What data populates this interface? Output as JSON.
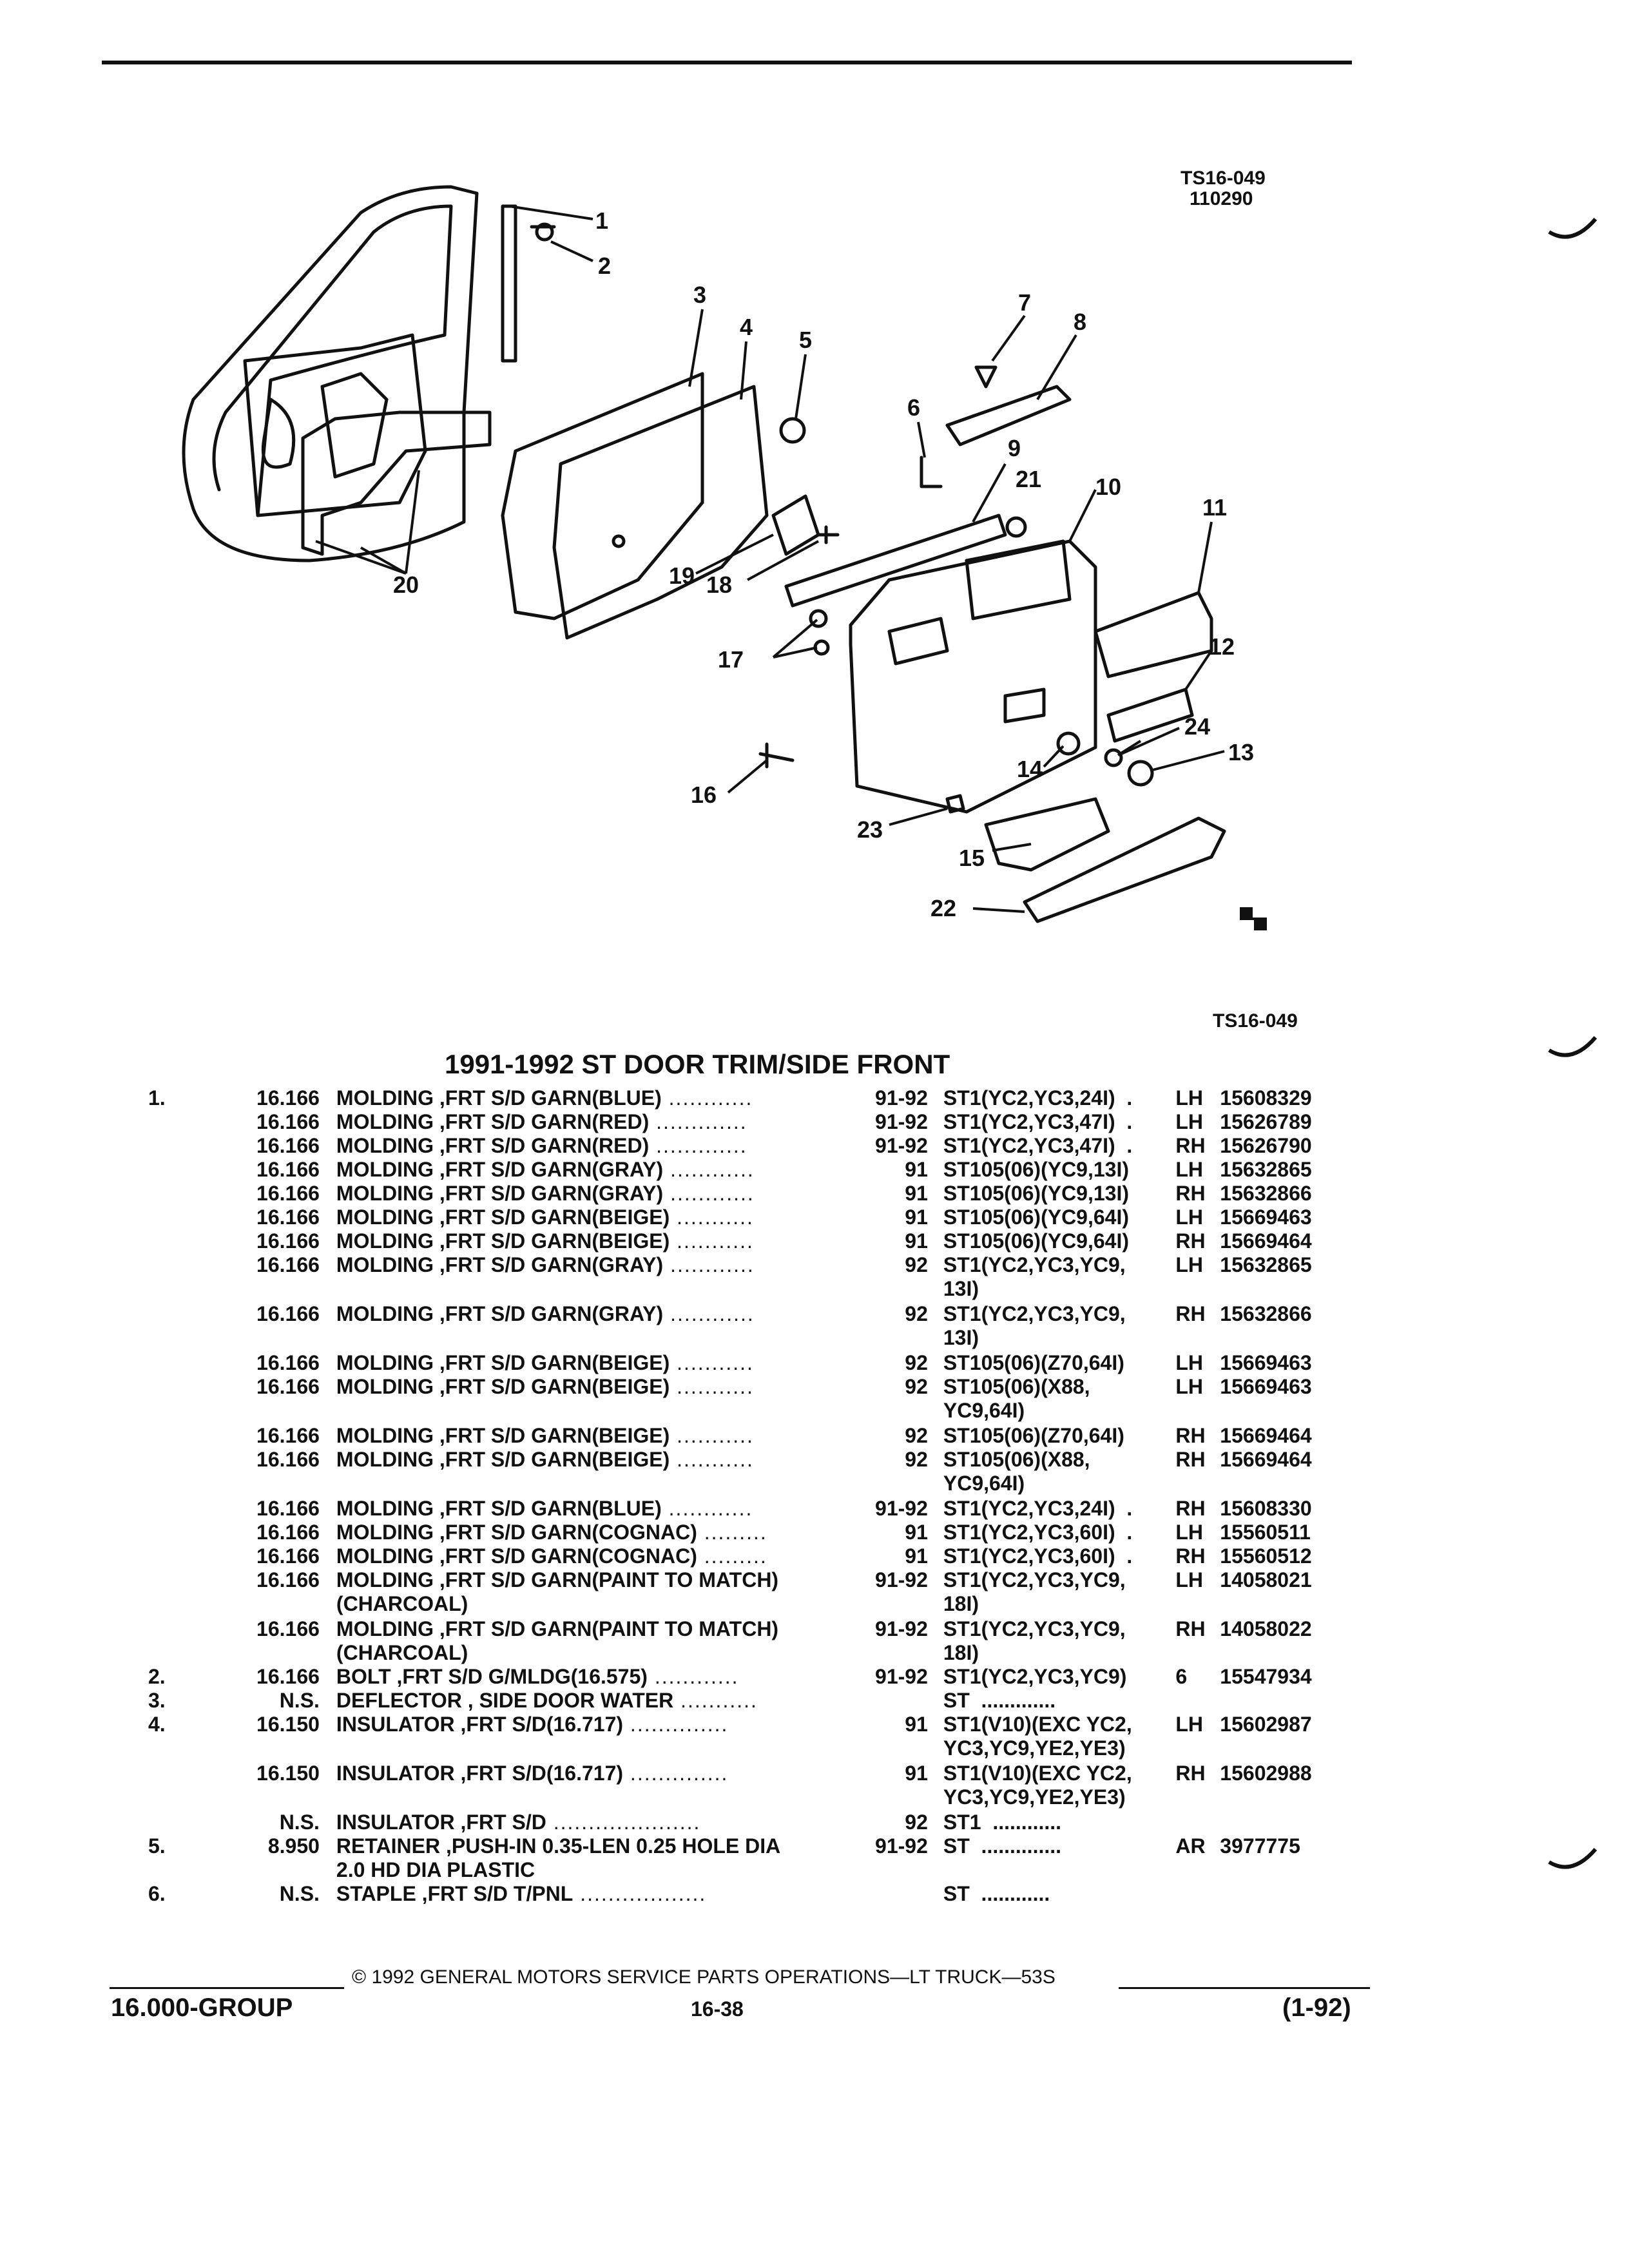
{
  "header": {
    "ref_code": "TS16-049",
    "ref_date": "110290"
  },
  "figure": {
    "ref_code_bottom": "TS16-049",
    "callouts": [
      "1",
      "2",
      "3",
      "4",
      "5",
      "6",
      "7",
      "8",
      "9",
      "10",
      "11",
      "12",
      "13",
      "14",
      "15",
      "16",
      "17",
      "18",
      "19",
      "20",
      "21",
      "22",
      "23",
      "24"
    ]
  },
  "section": {
    "title": "1991-1992 ST DOOR TRIM/SIDE FRONT"
  },
  "rows": [
    {
      "item": "1.",
      "grp": "16.166",
      "name": "MOLDING",
      "rest": " ,FRT S/D GARN(BLUE)",
      "dots": " ............",
      "yr": "91-92",
      "model": "ST1(YC2,YC3,24I)  .",
      "qty": "LH",
      "pn": "15608329"
    },
    {
      "item": "",
      "grp": "16.166",
      "name": "MOLDING",
      "rest": " ,FRT S/D GARN(RED)",
      "dots": " .............",
      "yr": "91-92",
      "model": "ST1(YC2,YC3,47I)  .",
      "qty": "LH",
      "pn": "15626789"
    },
    {
      "item": "",
      "grp": "16.166",
      "name": "MOLDING",
      "rest": " ,FRT S/D GARN(RED)",
      "dots": " .............",
      "yr": "91-92",
      "model": "ST1(YC2,YC3,47I)  .",
      "qty": "RH",
      "pn": "15626790"
    },
    {
      "item": "",
      "grp": "16.166",
      "name": "MOLDING",
      "rest": " ,FRT S/D GARN(GRAY)",
      "dots": " ............",
      "yr": "91",
      "model": "ST105(06)(YC9,13I)",
      "qty": "LH",
      "pn": "15632865"
    },
    {
      "item": "",
      "grp": "16.166",
      "name": "MOLDING",
      "rest": " ,FRT S/D GARN(GRAY)",
      "dots": " ............",
      "yr": "91",
      "model": "ST105(06)(YC9,13I)",
      "qty": "RH",
      "pn": "15632866"
    },
    {
      "item": "",
      "grp": "16.166",
      "name": "MOLDING",
      "rest": " ,FRT S/D GARN(BEIGE)",
      "dots": " ...........",
      "yr": "91",
      "model": "ST105(06)(YC9,64I)",
      "qty": "LH",
      "pn": "15669463"
    },
    {
      "item": "",
      "grp": "16.166",
      "name": "MOLDING",
      "rest": " ,FRT S/D GARN(BEIGE)",
      "dots": " ...........",
      "yr": "91",
      "model": "ST105(06)(YC9,64I)",
      "qty": "RH",
      "pn": "15669464"
    },
    {
      "item": "",
      "grp": "16.166",
      "name": "MOLDING",
      "rest": " ,FRT S/D GARN(GRAY)",
      "dots": " ............",
      "yr": "92",
      "model": "ST1(YC2,YC3,YC9,\n13I)",
      "qty": "LH",
      "pn": "15632865"
    },
    {
      "item": "",
      "grp": "16.166",
      "name": "MOLDING",
      "rest": " ,FRT S/D GARN(GRAY)",
      "dots": " ............",
      "yr": "92",
      "model": "ST1(YC2,YC3,YC9,\n13I)",
      "qty": "RH",
      "pn": "15632866",
      "gap": true
    },
    {
      "item": "",
      "grp": "16.166",
      "name": "MOLDING",
      "rest": " ,FRT S/D GARN(BEIGE)",
      "dots": " ...........",
      "yr": "92",
      "model": "ST105(06)(Z70,64I)",
      "qty": "LH",
      "pn": "15669463",
      "gap": true
    },
    {
      "item": "",
      "grp": "16.166",
      "name": "MOLDING",
      "rest": " ,FRT S/D GARN(BEIGE)",
      "dots": " ...........",
      "yr": "92",
      "model": "ST105(06)(X88,\nYC9,64I)",
      "qty": "LH",
      "pn": "15669463"
    },
    {
      "item": "",
      "grp": "16.166",
      "name": "MOLDING",
      "rest": " ,FRT S/D GARN(BEIGE)",
      "dots": " ...........",
      "yr": "92",
      "model": "ST105(06)(Z70,64I)",
      "qty": "RH",
      "pn": "15669464",
      "gap": true
    },
    {
      "item": "",
      "grp": "16.166",
      "name": "MOLDING",
      "rest": " ,FRT S/D GARN(BEIGE)",
      "dots": " ...........",
      "yr": "92",
      "model": "ST105(06)(X88,\nYC9,64I)",
      "qty": "RH",
      "pn": "15669464"
    },
    {
      "item": "",
      "grp": "16.166",
      "name": "MOLDING",
      "rest": " ,FRT S/D GARN(BLUE)",
      "dots": " ............",
      "yr": "91-92",
      "model": "ST1(YC2,YC3,24I)  .",
      "qty": "RH",
      "pn": "15608330",
      "gap": true
    },
    {
      "item": "",
      "grp": "16.166",
      "name": "MOLDING",
      "rest": " ,FRT S/D GARN(COGNAC)",
      "dots": " .........",
      "yr": "91",
      "model": "ST1(YC2,YC3,60I)  .",
      "qty": "LH",
      "pn": "15560511"
    },
    {
      "item": "",
      "grp": "16.166",
      "name": "MOLDING",
      "rest": " ,FRT S/D GARN(COGNAC)",
      "dots": " .........",
      "yr": "91",
      "model": "ST1(YC2,YC3,60I)  .",
      "qty": "RH",
      "pn": "15560512"
    },
    {
      "item": "",
      "grp": "16.166",
      "name": "MOLDING",
      "rest": " ,FRT S/D GARN(PAINT TO MATCH)\n(CHARCOAL)",
      "dots": "",
      "yr": "91-92",
      "model": "ST1(YC2,YC3,YC9,\n18I)",
      "qty": "LH",
      "pn": "14058021"
    },
    {
      "item": "",
      "grp": "16.166",
      "name": "MOLDING",
      "rest": " ,FRT S/D GARN(PAINT TO MATCH)\n(CHARCOAL)",
      "dots": "",
      "yr": "91-92",
      "model": "ST1(YC2,YC3,YC9,\n18I)",
      "qty": "RH",
      "pn": "14058022",
      "gap": true
    },
    {
      "item": "2.",
      "grp": "16.166",
      "name": "BOLT",
      "rest": " ,FRT S/D G/MLDG(16.575)",
      "dots": " ............",
      "yr": "91-92",
      "model": "ST1(YC2,YC3,YC9)",
      "qty": "6",
      "pn": "15547934"
    },
    {
      "item": "3.",
      "grp": "N.S.",
      "name": "DEFLECTOR",
      "rest": " , SIDE DOOR WATER",
      "dots": " ...........",
      "yr": "",
      "model": "ST  .............",
      "qty": "",
      "pn": ""
    },
    {
      "item": "4.",
      "grp": "16.150",
      "name": "INSULATOR",
      "rest": " ,FRT S/D(16.717)",
      "dots": " ..............",
      "yr": "91",
      "model": "ST1(V10)(EXC YC2,\nYC3,YC9,YE2,YE3)",
      "qty": "LH",
      "pn": "15602987"
    },
    {
      "item": "",
      "grp": "16.150",
      "name": "INSULATOR",
      "rest": " ,FRT S/D(16.717)",
      "dots": " ..............",
      "yr": "91",
      "model": "ST1(V10)(EXC YC2,\nYC3,YC9,YE2,YE3)",
      "qty": "RH",
      "pn": "15602988",
      "gap": true
    },
    {
      "item": "",
      "grp": "N.S.",
      "name": "INSULATOR",
      "rest": " ,FRT S/D",
      "dots": " .....................",
      "yr": "92",
      "model": "ST1  ............",
      "qty": "",
      "pn": "",
      "gap": true
    },
    {
      "item": "5.",
      "grp": "8.950",
      "name": "RETAINER",
      "rest": " ,PUSH-IN 0.35-LEN 0.25 HOLE DIA\n2.0 HD DIA PLASTIC",
      "dots": "",
      "yr": "91-92",
      "model": "ST  ..............",
      "qty": "AR",
      "pn": "3977775"
    },
    {
      "item": "6.",
      "grp": "N.S.",
      "name": "STAPLE",
      "rest": " ,FRT S/D T/PNL",
      "dots": " ..................",
      "yr": "",
      "model": "ST  ............",
      "qty": "",
      "pn": ""
    }
  ],
  "footer": {
    "copyright": "© 1992 GENERAL MOTORS SERVICE PARTS OPERATIONS—LT TRUCK—53S",
    "group": "16.000-GROUP",
    "page": "16-38",
    "revision": "(1-92)"
  }
}
